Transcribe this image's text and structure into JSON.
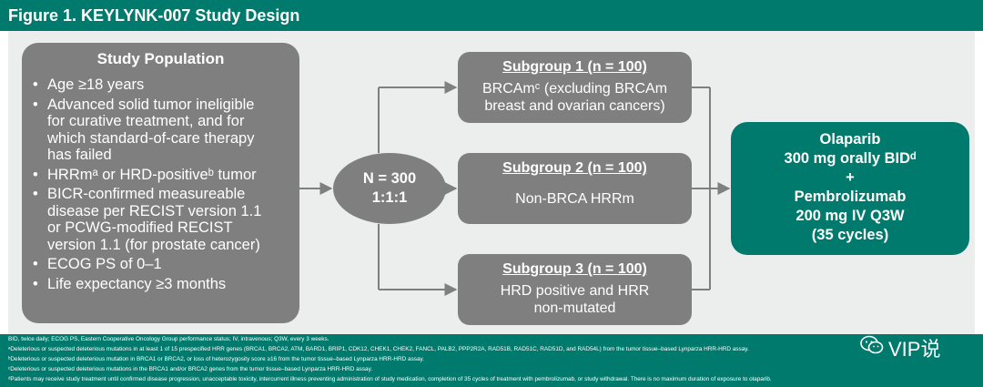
{
  "colors": {
    "teal": "#007a6d",
    "box_gray": "#7f7f7f",
    "panel_bg": "#eceeed",
    "line": "#7f7f7f"
  },
  "header": {
    "title": "Figure 1. KEYLYNK-007 Study Design"
  },
  "population": {
    "title": "Study Population",
    "bullet": "•",
    "items": [
      [
        "Age ≥18 years"
      ],
      [
        "Advanced solid tumor ineligible",
        "for curative treatment, and for",
        "which standard-of-care therapy",
        "has failed"
      ],
      [
        "HRRmᵃ or HRD-positiveᵇ tumor"
      ],
      [
        "BICR-confirmed measureable",
        "disease per RECIST version 1.1",
        "or PCWG-modified RECIST",
        "version 1.1 (for prostate cancer)"
      ],
      [
        "ECOG PS of 0–1"
      ],
      [
        "Life expectancy ≥3 months"
      ]
    ]
  },
  "randomization": {
    "line1": "N = 300",
    "line2": "1:1:1"
  },
  "subgroups": [
    {
      "title": "Subgroup 1 (n = 100)",
      "desc": [
        "BRCAmᶜ (excluding BRCAm",
        "breast and ovarian cancers)"
      ]
    },
    {
      "title": "Subgroup 2 (n = 100)",
      "desc": [
        "Non-BRCA HRRm"
      ]
    },
    {
      "title": "Subgroup 3 (n = 100)",
      "desc": [
        "HRD positive and HRR",
        "non-mutated"
      ]
    }
  ],
  "treatment": {
    "lines": [
      "Olaparib",
      "300 mg orally BIDᵈ",
      "+",
      "Pembrolizumab",
      "200 mg IV Q3W",
      "(35 cycles)"
    ]
  },
  "footnotes": [
    "BID, twice daily; ECOG PS, Eastern Cooperative Oncology Group performance status; IV, intravenous; Q3W, every 3 weeks.",
    "ᵃDeleterious or suspected deleterious mutations in at least 1 of 15 prespecified HRR genes (BRCA1, BRCA2, ATM, BARD1, BRIP1, CDK12, CHEK1, CHEK2, FANCL, PALB2, PPP2R2A, RAD51B, RAD51C, RAD51D, and RAD54L) from the tumor tissue–based Lynparza HRR-HRD assay.",
    "ᵇDeleterious or suspected deleterious mutation in BRCA1 or BRCA2, or loss of heterozygosity score ≥16 from the tumor tissue–based Lynparza HRR-HRD assay.",
    "ᶜDeleterious or suspected deleterious mutations in the BRCA1 and/or BRCA2 genes from the tumor tissue–based Lynparza HRR-HRD assay.",
    "ᵈPatients may receive study treatment until confirmed disease progression, unacceptable toxicity, intercurrent illness preventing administration of study medication, completion of 35 cycles of treatment with pembrolizumab, or study withdrawal. There is no maximum duration of exposure to olaparib."
  ],
  "watermark": {
    "text": "VIP说",
    "icon": "wechat-icon"
  }
}
